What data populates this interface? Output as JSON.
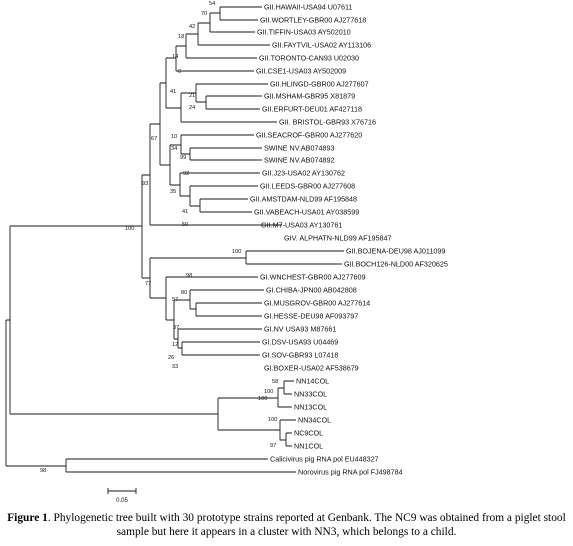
{
  "tree": {
    "tips": [
      "GII.HAWAII-USA94 U07611",
      "GII.WORTLEY-GBR00 AJ277618",
      "GII.TIFFIN-USA03 AY502010",
      "GII.FAYTVIL-USA02 AY113106",
      "GII.TORONTO-CAN93 U02030",
      "GII.CSE1-USA03 AY502009",
      "GII.HLINGD-GBR00 AJ277607",
      "GII.MSHAM-GBR95 X81879",
      "GII.ERFURT-DEU01 AF427118",
      "GII. BRISTOL-GBR93 X76716",
      "GII.SEACROF-GBR00 AJ277620",
      "SWINE NV.AB074893",
      "SWINE NV.AB074892",
      "GII.J23-USA02 AY130762",
      "GII.LEEDS-GBR00 AJ277608",
      "GII.AMSTDAM-NLD99 AF195848",
      "GII.VABEACH-USA01 AY038599",
      "GII.M7-USA03 AY130761",
      "GIV. ALPHATN-NLD99 AF195847",
      "GII.BOJENA-DEU98 AJ011099",
      "GII.BOCH126-NLD00 AF320625",
      "GI.WNCHEST-GBR00 AJ277609",
      "GI.CHIBA-JPN00 AB042808",
      "GI.MUSGROV-GBR00 AJ277614",
      "GI.HESSE-DEU98 AF093797",
      "GI.NV USA93 M87661",
      "GI.DSV-USA93 U04469",
      "GI.SOV-GBR93 L07418",
      "GI.BOXER-USA02 AF538679",
      "NN14COL",
      "NN33COL",
      "NN13COL",
      "NN34COL",
      "NC9COL",
      "NN1COL",
      "Calicivirus pig RNA pol EU448327",
      "Norovirus pig RNA pol FJ498784"
    ],
    "bootstrap": [
      "54",
      "70",
      "42",
      "18",
      "14",
      "6",
      "21",
      "24",
      "41",
      "67",
      "10",
      "34",
      "99",
      "35",
      "92",
      "41",
      "50",
      "93",
      "100",
      "100",
      "98",
      "77",
      "57",
      "80",
      "37",
      "12",
      "26",
      "33",
      "58",
      "100",
      "100",
      "100",
      "97",
      "98"
    ],
    "scale_label": "0.05"
  },
  "caption": {
    "label": "Figure 1",
    "text": ". Phylogenetic tree built with 30 prototype strains reported at Genbank. The NC9 was obtained from a piglet stool sample but here it appears in a cluster with NN3, which belongs to a child."
  }
}
